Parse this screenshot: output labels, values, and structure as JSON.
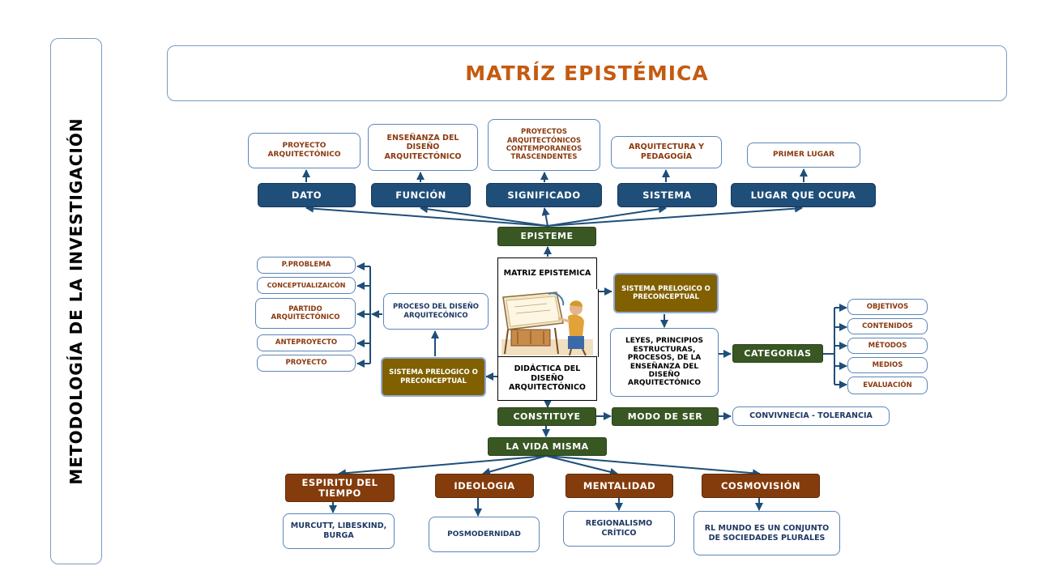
{
  "side": {
    "title": "METODOLOGÍA DE LA INVESTIGACIÓN"
  },
  "header": {
    "title": "MATRÍZ EPISTÉMICA"
  },
  "colors": {
    "navy": "#1f4e79",
    "green": "#385723",
    "olive": "#806000",
    "brown": "#843c0c",
    "title": "#c55a11",
    "connector": "#1f4e79",
    "panel_border": "#7a9bc2"
  },
  "top_row": [
    {
      "label": "DATO",
      "detail": "PROYECTO ARQUITECTÓNICO"
    },
    {
      "label": "FUNCIÓN",
      "detail": "ENSEÑANZA DEL DISEÑO ARQUITECTÓNICO"
    },
    {
      "label": "SIGNIFICADO",
      "detail": "PROYECTOS ARQUITECTÓNICOS CONTEMPORANEOS TRASCENDENTES"
    },
    {
      "label": "SISTEMA",
      "detail": "ARQUITECTURA Y PEDAGOGÍA"
    },
    {
      "label": "LUGAR QUE OCUPA",
      "detail": "PRIMER LUGAR"
    }
  ],
  "center": {
    "episteme": "EPISTEME",
    "matriz": "MATRIZ EPISTEMICA",
    "illustration": "architect-drawing-illustration",
    "didactica": "DIDÁCTICA DEL DISEÑO ARQUITECTÓNICO",
    "constituye": "CONSTITUYE",
    "vida": "LA VIDA MISMA"
  },
  "left": {
    "proceso": "PROCESO DEL DISEÑO ARQUITECÓNICO",
    "sistema": "SISTEMA PRELOGICO O PRECONCEPTUAL",
    "items": [
      "P.PROBLEMA",
      "CONCEPTUALIZAICÓN",
      "PARTIDO ARQUITECTÓNICO",
      "ANTEPROYECTO",
      "PROYECTO"
    ]
  },
  "right": {
    "sistema": "SISTEMA PRELOGICO O PRECONCEPTUAL",
    "leyes": "LEYES, PRINCIPIOS ESTRUCTURAS, PROCESOS, DE LA ENSEÑANZA DEL DISEÑO ARQUITECTÓNICO",
    "categorias": "CATEGORIAS",
    "items": [
      "OBJETIVOS",
      "CONTENIDOS",
      "MÉTODOS",
      "MEDIOS",
      "EVALUACIÓN"
    ],
    "modo": "MODO DE SER",
    "convivencia": "CONVIVNECIA - TOLERANCIA"
  },
  "bottom_row": [
    {
      "label": "ESPIRITU DEL TIEMPO",
      "detail": "MURCUTT, LIBESKIND, BURGA"
    },
    {
      "label": "IDEOLOGIA",
      "detail": "POSMODERNIDAD"
    },
    {
      "label": "MENTALIDAD",
      "detail": "REGIONALISMO CRÍTICO"
    },
    {
      "label": "COSMOVISIÓN",
      "detail": "RL MUNDO ES UN CONJUNTO DE SOCIEDADES PLURALES"
    }
  ]
}
